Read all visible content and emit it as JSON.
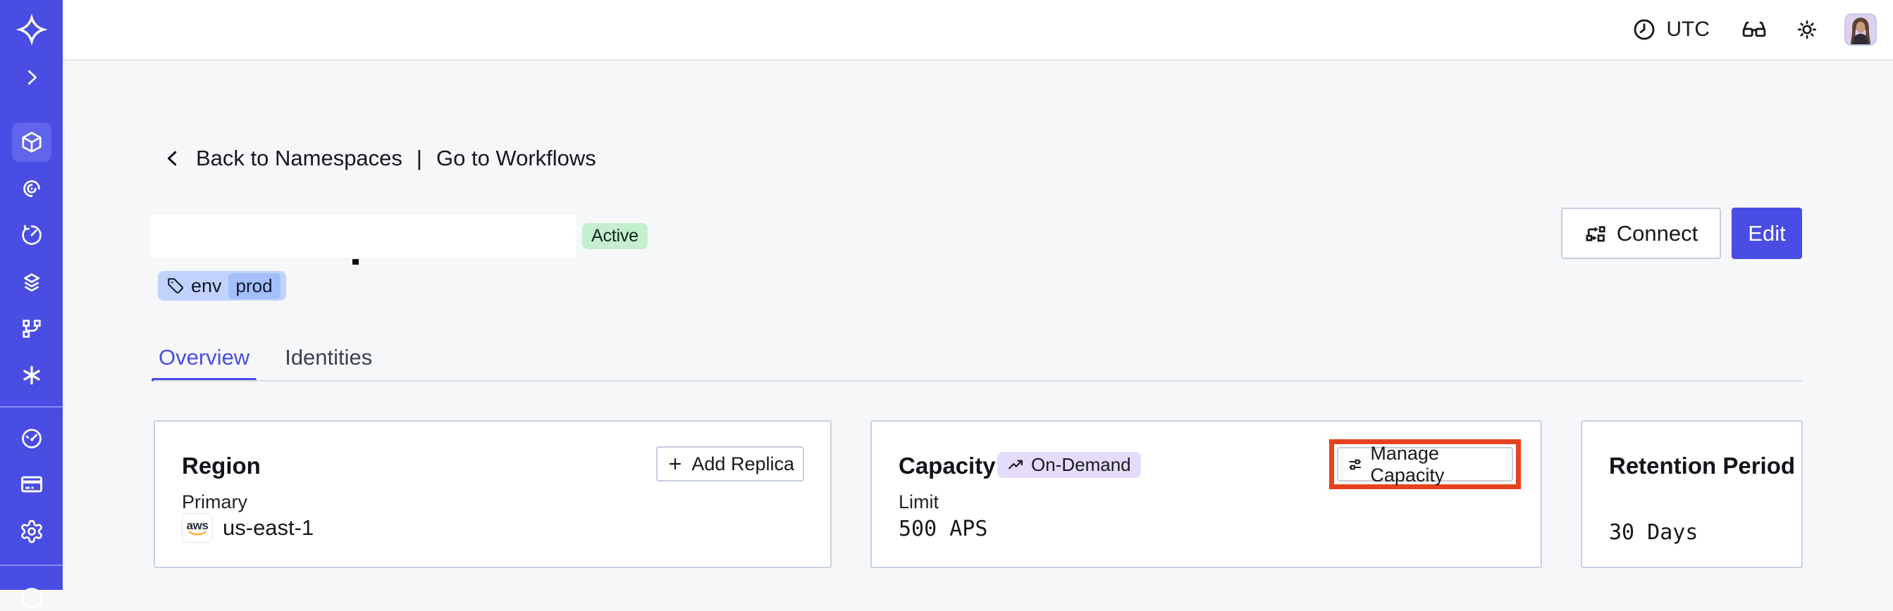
{
  "topbar": {
    "timezone_label": "UTC",
    "icons": [
      "clock-icon",
      "glasses-icon",
      "sun-icon",
      "user-avatar"
    ]
  },
  "sidebar": {
    "icons": [
      "temporal-logo",
      "chevron-right-icon",
      "cube-icon",
      "spiral-icon",
      "timer-icon",
      "layers-icon",
      "branch-icon",
      "asterisk-icon",
      "gauge-icon",
      "credit-card-icon",
      "gear-icon",
      "partial-circle-icon"
    ],
    "active_item": "cube-icon"
  },
  "breadcrumb": {
    "back_label": "Back to Namespaces",
    "separator": "|",
    "workflows_label": "Go to Workflows"
  },
  "namespace": {
    "status_badge": "Active",
    "tag": {
      "key": "env",
      "value": "prod"
    }
  },
  "header_actions": {
    "connect_label": "Connect",
    "edit_label": "Edit"
  },
  "tabs": {
    "overview": "Overview",
    "identities": "Identities"
  },
  "cards": {
    "region": {
      "title": "Region",
      "action_label": "Add Replica",
      "action_icon": "plus-icon",
      "field_label": "Primary",
      "provider_text": "aws",
      "provider_icon": "aws-logo",
      "value": "us-east-1"
    },
    "capacity": {
      "title": "Capacity",
      "badge_label": "On-Demand",
      "badge_icon": "trending-up-icon",
      "action_label": "Manage Capacity",
      "action_icon": "sliders-icon",
      "field_label": "Limit",
      "value": "500 APS"
    },
    "retention": {
      "title": "Retention Period",
      "value": "30 Days"
    }
  },
  "annotations": {
    "manage_capacity_highlighted": true
  },
  "colors": {
    "accent": "#494DE3",
    "annotation_red": "#E8411F",
    "active_badge_bg": "#C3EFCF",
    "tag_bg": "#C1D3FC",
    "tag_chip_bg": "#A2BFFB",
    "on_demand_badge_bg": "#E5DBFB",
    "aws_orange": "#FF9900"
  }
}
